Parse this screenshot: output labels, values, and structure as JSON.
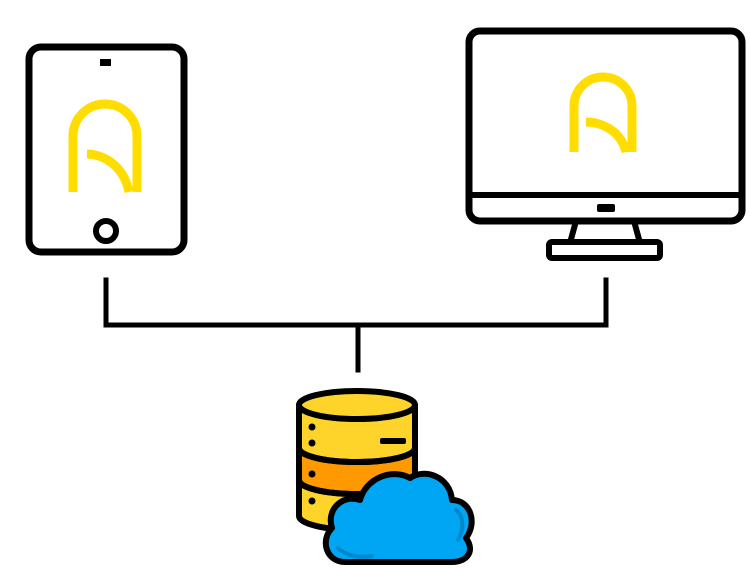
{
  "colors": {
    "outline": "#000000",
    "background": "#ffffff",
    "logo": "#ffdd00",
    "db_top": "#ffd42a",
    "db_middle": "#ff9900",
    "db_bottom": "#ffd42a",
    "cloud": "#00a6f4",
    "cloud_shade": "#0088cc"
  },
  "nodes": [
    {
      "id": "tablet",
      "icon": "tablet-icon",
      "logo": "app-logo-icon"
    },
    {
      "id": "desktop",
      "icon": "monitor-icon",
      "logo": "app-logo-icon"
    },
    {
      "id": "storage",
      "icon": "cloud-database-icon"
    }
  ],
  "connections": [
    {
      "from": "tablet",
      "to": "storage"
    },
    {
      "from": "desktop",
      "to": "storage"
    }
  ]
}
